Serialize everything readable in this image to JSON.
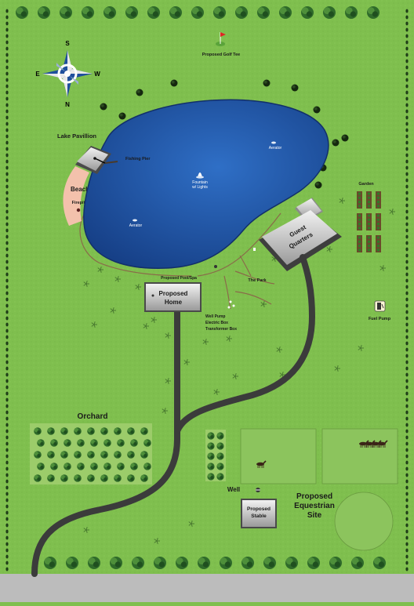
{
  "compass": {
    "north": "N",
    "south": "S",
    "east": "E",
    "west": "W"
  },
  "labels": {
    "golf_tee": "Proposed Golf Tee",
    "lake_pavillion": "Lake Pavillion",
    "fishing_pier": "Fishing Pier",
    "aerator_top": "Aerator",
    "aerator_bottom": "Aerator",
    "fountain_line1": "Fountain",
    "fountain_line2": "w/ Lights",
    "beach": "Beach",
    "firepit": "Firepit",
    "garden": "Garden",
    "guest_quarters_line1": "Guest",
    "guest_quarters_line2": "Quarters",
    "pool_spa": "Proposed Pool/Spa",
    "home_line1": "Proposed",
    "home_line2": "Home",
    "the_park": "The Park",
    "well_pump": "Well Pump",
    "electric_box": "Electric Box",
    "transformer_box": "Transformer Box",
    "fuel_pump": "Fuel Pump",
    "orchard": "Orchard",
    "well": "Well",
    "stable_line1": "Proposed",
    "stable_line2": "Stable",
    "equestrian_line1": "Proposed",
    "equestrian_line2": "Equestrian",
    "equestrian_line3": "Site"
  },
  "colors": {
    "grass": "#7fbf4e",
    "lake": "#1f4f9c",
    "road": "#3b3b3b",
    "beach": "#f3c1ac",
    "paddock": "#8cc45d",
    "ground_strip": "#bcbcbc"
  }
}
